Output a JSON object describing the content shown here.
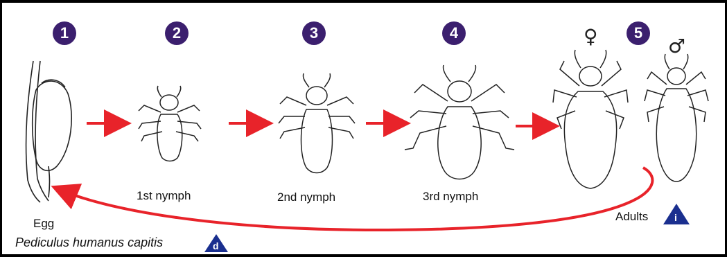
{
  "colors": {
    "badge": "#3b1f6e",
    "arrow": "#e8232a",
    "triangle": "#1a2f8f",
    "line": "#222222"
  },
  "stages": [
    {
      "number": "1",
      "label": "Egg"
    },
    {
      "number": "2",
      "label": "1st nymph"
    },
    {
      "number": "3",
      "label": "2nd nymph"
    },
    {
      "number": "4",
      "label": "3rd nymph"
    },
    {
      "number": "5",
      "label": "Adults"
    }
  ],
  "adult_symbols": {
    "female": "♀",
    "male": "♂"
  },
  "species": "Pediculus humanus capitis",
  "markers": {
    "species_marker": "d",
    "adults_marker": "i"
  }
}
